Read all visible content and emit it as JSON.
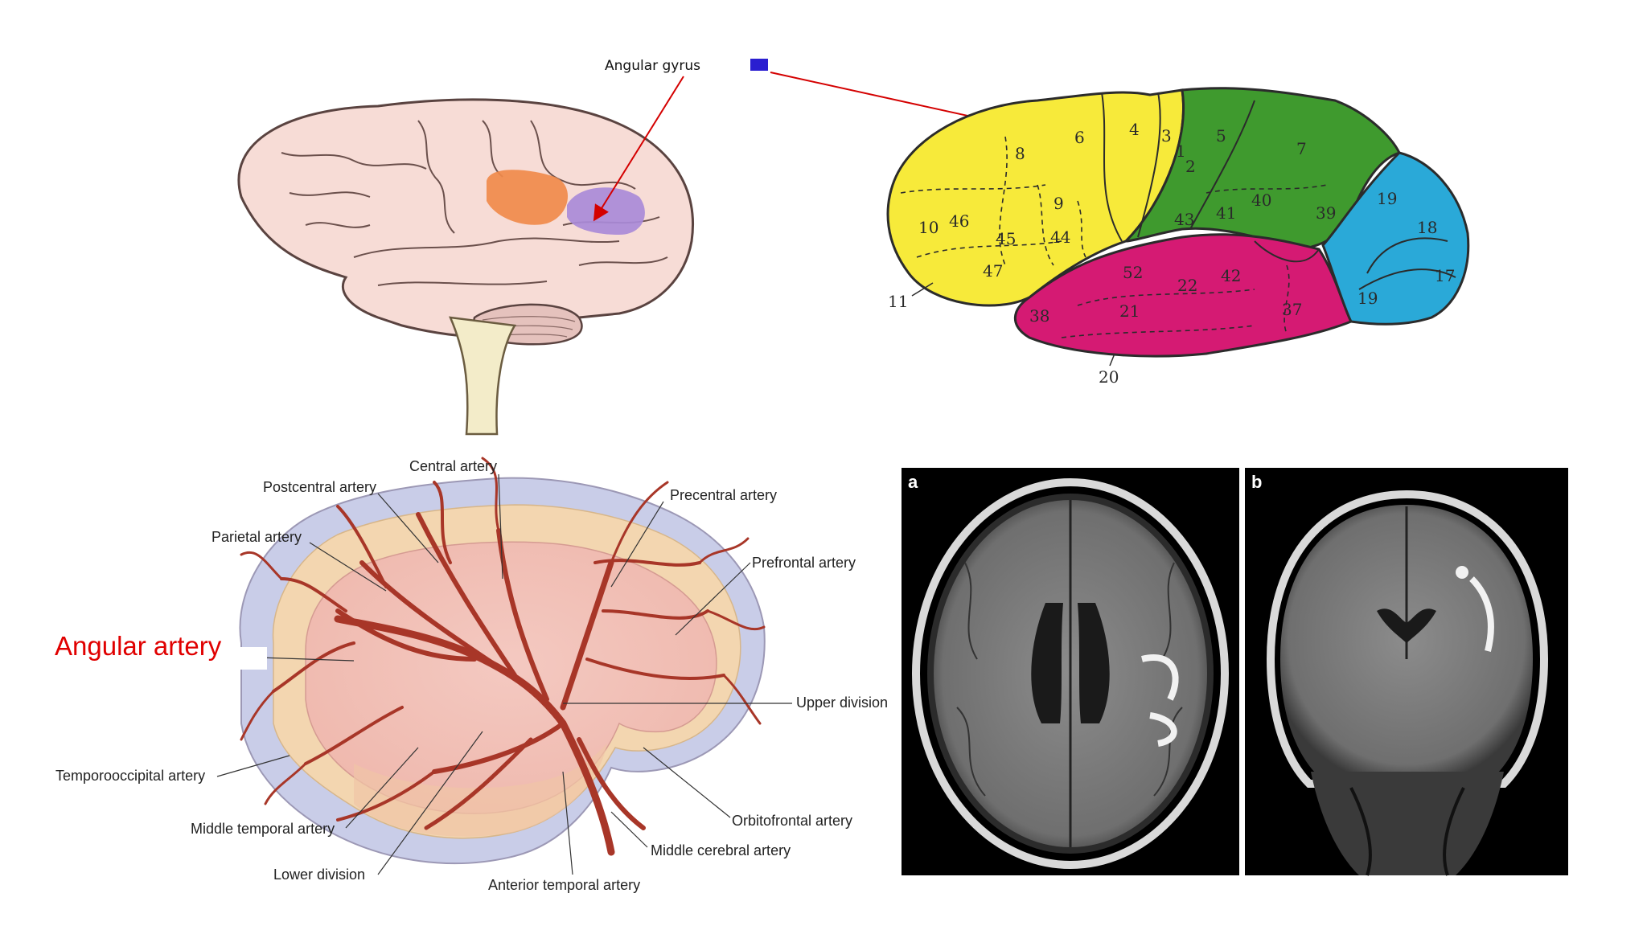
{
  "legend": {
    "label": "Angular gyrus",
    "swatch_color": "#2a1ed0"
  },
  "brodmann": {
    "areas": [
      "4",
      "3",
      "1",
      "2",
      "5",
      "6",
      "7",
      "8",
      "9",
      "10",
      "46",
      "45",
      "44",
      "40",
      "41",
      "43",
      "39",
      "19",
      "18",
      "17",
      "19",
      "11",
      "47",
      "52",
      "22",
      "42",
      "38",
      "21",
      "37",
      "20"
    ]
  },
  "artery_labels": {
    "central": "Central artery",
    "postcentral": "Postcentral artery",
    "precentral": "Precentral artery",
    "parietal": "Parietal artery",
    "prefrontal": "Prefrontal artery",
    "upper_division": "Upper division",
    "temporooccipital": "Temporooccipital artery",
    "middle_temporal": "Middle temporal artery",
    "orbitofrontal": "Orbitofrontal artery",
    "middle_cerebral": "Middle cerebral artery",
    "lower_division": "Lower division",
    "anterior_temporal": "Anterior temporal artery"
  },
  "highlight_label": "Angular artery",
  "mri": {
    "panel_a": "a",
    "panel_b": "b"
  },
  "colors": {
    "frontal": "#f7ea3a",
    "parietal": "#3f9a2e",
    "temporal": "#d51a73",
    "occipital": "#2aa9d8",
    "arrow": "#d40000",
    "artery": "#a83628"
  }
}
